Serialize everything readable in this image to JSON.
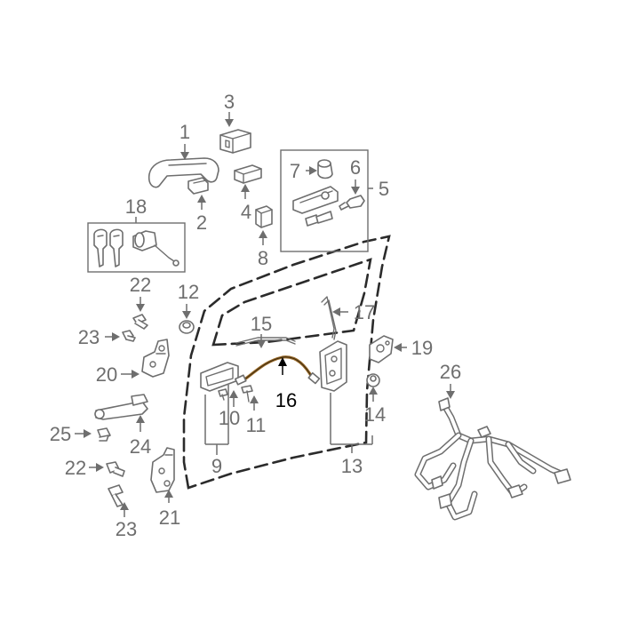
{
  "callouts": [
    "1",
    "2",
    "3",
    "4",
    "5",
    "6",
    "7",
    "8",
    "9",
    "10",
    "11",
    "12",
    "13",
    "14",
    "15",
    "16",
    "17",
    "18",
    "19",
    "20",
    "21",
    "22",
    "22",
    "23",
    "23",
    "24",
    "25",
    "26"
  ],
  "colors": {
    "line": "#6e6e6e",
    "highlight": "#000000",
    "cable": "#9a6a28",
    "background": "#ffffff"
  }
}
